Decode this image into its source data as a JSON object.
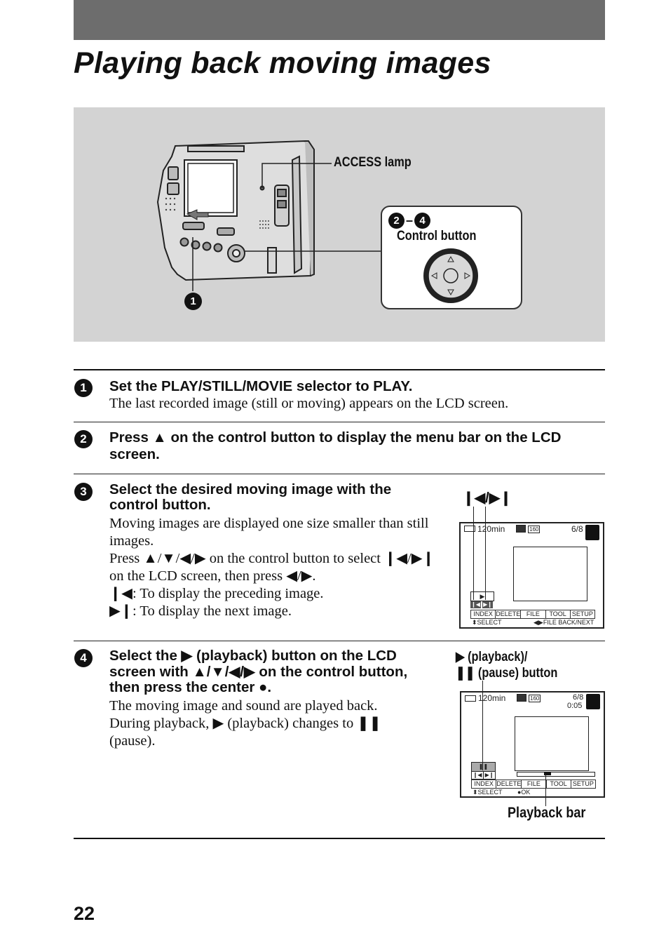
{
  "page": {
    "title": "Playing back moving images",
    "page_number": "22"
  },
  "illustration": {
    "access_lamp_label": "ACCESS lamp",
    "control_callout_num_a": "2",
    "control_callout_dash": "–",
    "control_callout_num_b": "4",
    "control_button_label": "Control button",
    "callout_1": "1"
  },
  "steps": [
    {
      "num": "1",
      "heading": "Set the PLAY/STILL/MOVIE selector to PLAY.",
      "body": [
        "The last recorded image (still or moving) appears on the LCD screen."
      ]
    },
    {
      "num": "2",
      "heading": "Press ▲ on the control button to display the menu bar on the LCD screen.",
      "body": []
    },
    {
      "num": "3",
      "heading": "Select the desired moving image with the control button.",
      "body": [
        "Moving images are displayed one size smaller than still images.",
        "Press ▲/▼/◀/▶ on the control button to select ❙◀/▶❙ on the LCD screen, then press ◀/▶.",
        "❙◀: To display the preceding image.",
        "▶❙: To display the next image."
      ],
      "figure_label": "❙◀/▶❙"
    },
    {
      "num": "4",
      "heading": "Select the ▶ (playback) button on the LCD screen with ▲/▼/◀/▶ on the control button, then press the center ●.",
      "body": [
        "The moving image and sound are played back.",
        "During playback, ▶ (playback) changes to ❚❚ (pause)."
      ],
      "figure_label_line1": "▶ (playback)/",
      "figure_label_line2": "❚❚ (pause) button",
      "figure_caption": "Playback bar"
    }
  ],
  "lcd_screen_3": {
    "battery": "120min",
    "size": "160",
    "counter": "6/8",
    "play_btn": "▶",
    "prev": "❙◀",
    "next": "▶❙",
    "menu": [
      "INDEX",
      "DELETE",
      "FILE",
      "TOOL",
      "SETUP"
    ],
    "hint_left": "⬍SELECT",
    "hint_right": "◀▶FILE BACK/NEXT"
  },
  "lcd_screen_4": {
    "battery": "120min",
    "size": "160",
    "counter": "6/8",
    "time": "0:05",
    "pause_btn": "❚❚",
    "prev": "❙◀",
    "next": "▶❙",
    "menu": [
      "INDEX",
      "DELETE",
      "FILE",
      "TOOL",
      "SETUP"
    ],
    "hint_left": "⬍SELECT",
    "hint_right": "●OK"
  }
}
